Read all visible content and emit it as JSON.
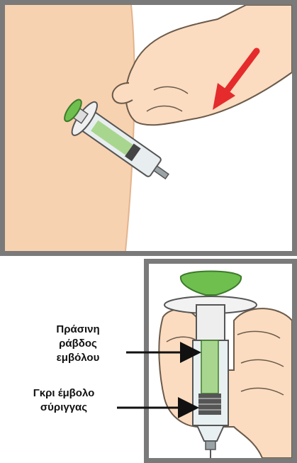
{
  "labels": {
    "plunger_rod": [
      "Πράσινη",
      "ράβδος",
      "εμβόλου"
    ],
    "syringe_stopper": [
      "Γκρι έμβολο",
      "σύριγγας"
    ]
  },
  "colors": {
    "frame": "#7a7a7a",
    "skin": "#f7d2b0",
    "plunger_green": "#6fbf4f",
    "arrow_red": "#e52b2b"
  }
}
